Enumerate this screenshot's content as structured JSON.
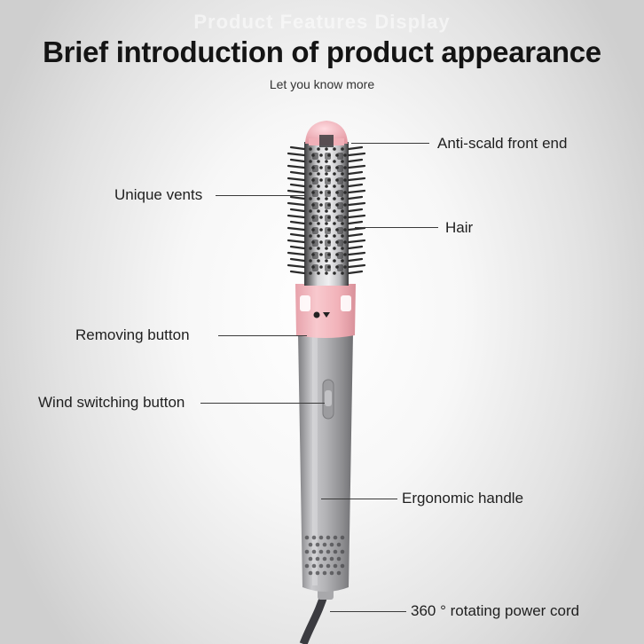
{
  "header": {
    "ghost_title": "Product Features Display",
    "title": "Brief introduction of product appearance",
    "subtitle": "Let you know more"
  },
  "callouts": {
    "anti_scald": "Anti-scald front end",
    "unique_vents": "Unique vents",
    "hair": "Hair",
    "removing_button": "Removing button",
    "wind_switching": "Wind switching button",
    "ergonomic_handle": "Ergonomic handle",
    "power_cord": "360 ° rotating power cord"
  },
  "colors": {
    "accent_pink": "#f4b9c0",
    "handle_gray": "#a7a7aa",
    "bristle_dark": "#2b2b2b"
  }
}
